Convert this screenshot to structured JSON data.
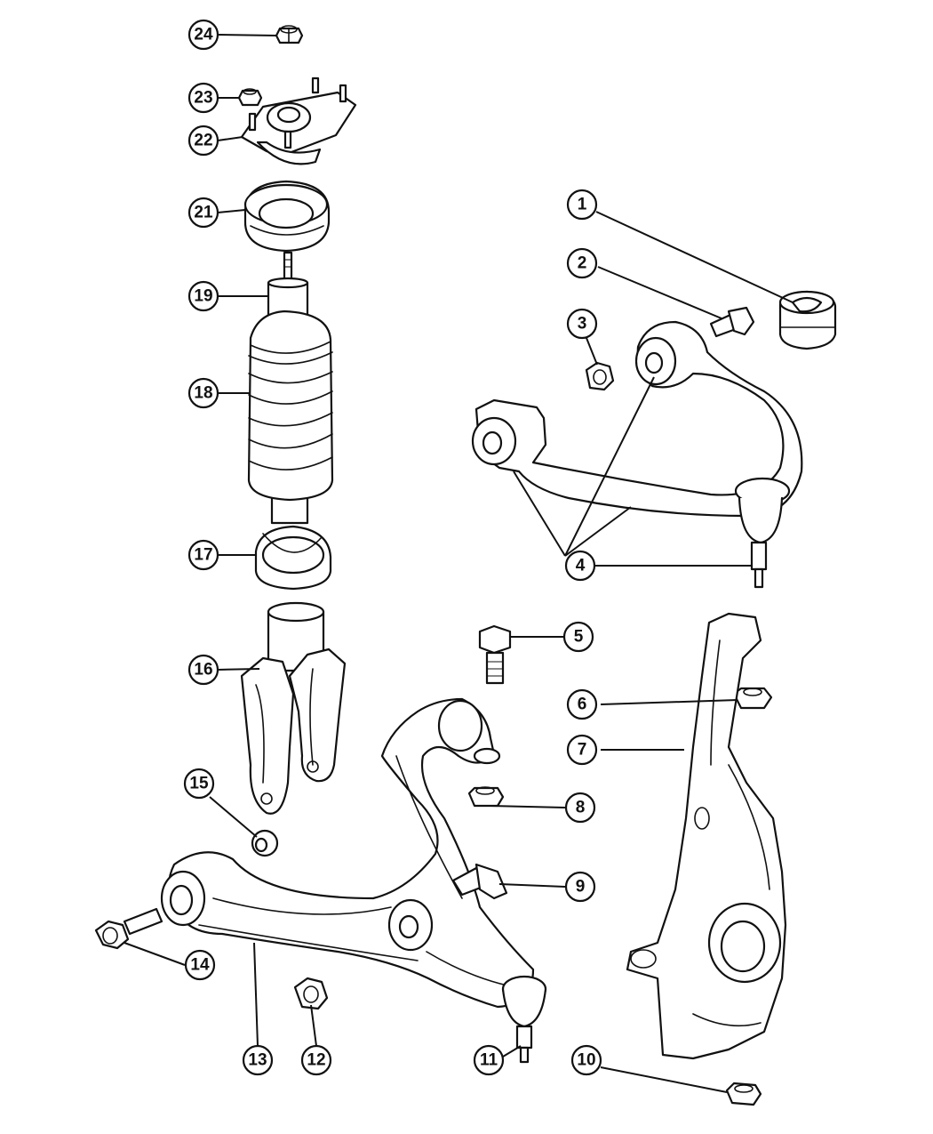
{
  "callouts": [
    {
      "number": "1",
      "part": "upper control arm bushing"
    },
    {
      "number": "2",
      "part": "bolt"
    },
    {
      "number": "3",
      "part": "nut"
    },
    {
      "number": "4",
      "part": "upper control arm"
    },
    {
      "number": "5",
      "part": "bolt"
    },
    {
      "number": "6",
      "part": "nut"
    },
    {
      "number": "7",
      "part": "steering knuckle"
    },
    {
      "number": "8",
      "part": "nut"
    },
    {
      "number": "9",
      "part": "bolt"
    },
    {
      "number": "10",
      "part": "nut"
    },
    {
      "number": "11",
      "part": "lower ball joint"
    },
    {
      "number": "12",
      "part": "nut"
    },
    {
      "number": "13",
      "part": "lower control arm"
    },
    {
      "number": "14",
      "part": "bolt"
    },
    {
      "number": "15",
      "part": "bushing"
    },
    {
      "number": "16",
      "part": "strut clevis"
    },
    {
      "number": "17",
      "part": "lower spring isolator"
    },
    {
      "number": "18",
      "part": "coil spring"
    },
    {
      "number": "19",
      "part": "shock absorber"
    },
    {
      "number": "21",
      "part": "upper spring isolator"
    },
    {
      "number": "22",
      "part": "upper strut mount"
    },
    {
      "number": "23",
      "part": "nut"
    },
    {
      "number": "24",
      "part": "nut"
    }
  ]
}
